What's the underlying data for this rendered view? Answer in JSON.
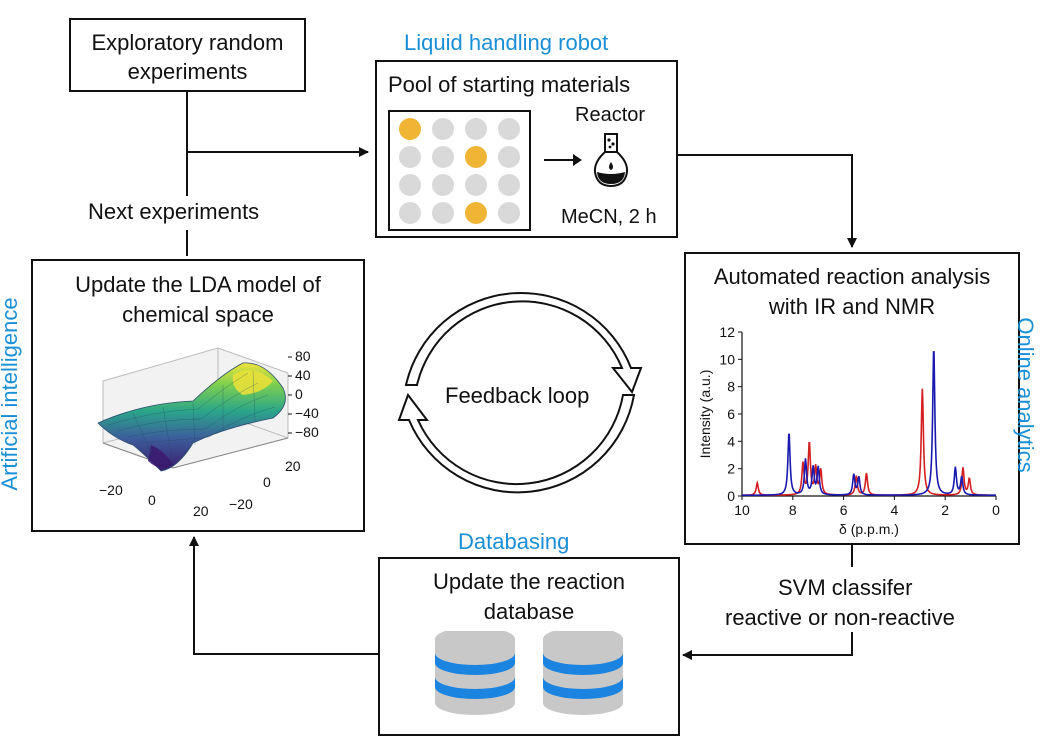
{
  "boxes": {
    "exploratory": {
      "line1": "Exploratory random",
      "line2": "experiments"
    },
    "pool": {
      "title": "Pool of starting materials",
      "reactor": "Reactor",
      "conditions": "MeCN, 2 h"
    },
    "analysis": {
      "line1": "Automated reaction analysis",
      "line2": "with IR and NMR"
    },
    "database": {
      "line1": "Update the reaction",
      "line2": "database"
    },
    "lda": {
      "line1": "Update the LDA model of",
      "line2": "chemical space"
    }
  },
  "labels": {
    "robot": "Liquid handling robot",
    "next": "Next experiments",
    "feedback": "Feedback loop",
    "databasing": "Databasing",
    "svm_line1": "SVM classifer",
    "svm_line2": "reactive or non-reactive",
    "ai": "Artificial intelligence",
    "online": "Online analytics"
  },
  "colors": {
    "accent_blue": "#1b8fd6",
    "well_filled": "#f0b534",
    "well_empty": "#d9d9d9",
    "db_blue": "#1b84e0",
    "db_grey": "#c8c8c8",
    "spectrum_red": "#d42020",
    "spectrum_blue": "#1a1ab0"
  },
  "wells": {
    "rows": 4,
    "cols": 4,
    "filled": [
      [
        0,
        0
      ],
      [
        1,
        2
      ],
      [
        3,
        2
      ]
    ]
  },
  "surface_plot": {
    "z_ticks": [
      "80",
      "40",
      "0",
      "−40",
      "−80"
    ],
    "x_ticks": [
      "−20",
      "0",
      "20"
    ],
    "y_ticks": [
      "20",
      "0",
      "−20"
    ]
  },
  "chart_data": {
    "type": "line",
    "xlabel": "δ (p.p.m.)",
    "ylabel": "Intensity (a.u.)",
    "xlim": [
      10,
      0
    ],
    "ylim": [
      0,
      12
    ],
    "x_ticks": [
      10,
      8,
      6,
      4,
      2,
      0
    ],
    "y_ticks": [
      0,
      2,
      4,
      6,
      8,
      10,
      12
    ],
    "grid": false,
    "series": [
      {
        "color": "#d42020",
        "peaks": [
          [
            9.4,
            0.9
          ],
          [
            7.6,
            2.3
          ],
          [
            7.35,
            3.8
          ],
          [
            7.1,
            2.0
          ],
          [
            6.9,
            1.8
          ],
          [
            5.5,
            1.4
          ],
          [
            5.1,
            1.6
          ],
          [
            2.9,
            7.8
          ],
          [
            1.3,
            2.0
          ],
          [
            1.05,
            1.2
          ]
        ]
      },
      {
        "color": "#1a1ab0",
        "peaks": [
          [
            8.15,
            4.6
          ],
          [
            7.5,
            2.6
          ],
          [
            7.2,
            2.0
          ],
          [
            7.0,
            2.0
          ],
          [
            5.6,
            1.5
          ],
          [
            5.4,
            1.3
          ],
          [
            2.45,
            10.9
          ],
          [
            1.6,
            2.0
          ],
          [
            1.35,
            1.3
          ]
        ]
      }
    ]
  }
}
